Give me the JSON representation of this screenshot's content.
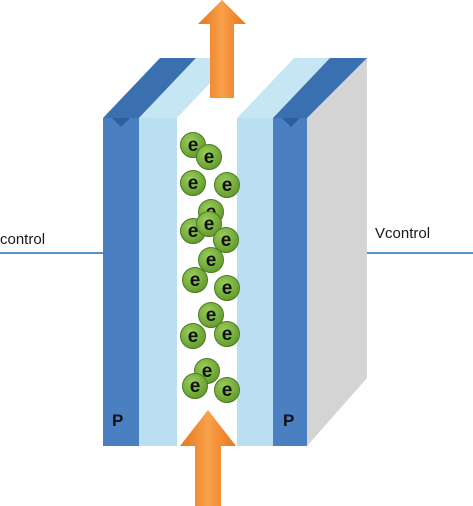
{
  "wire_labels": {
    "left": "control",
    "right": "Vcontrol"
  },
  "plate_labels": {
    "left": "P",
    "right": "P"
  },
  "electron_symbol": "e",
  "electron_count": 17,
  "colors": {
    "plate_dark_blue": "#4a7fc2",
    "plate_dark_blue_top": "#3a6fb0",
    "plate_light_blue": "#b9dff0",
    "channel": "#ffffff",
    "side_face": "#d4d4d4",
    "electron_green": "#74a83a",
    "electron_outline": "#4e7a22",
    "arrow_orange": "#f08a24",
    "wire": "#5b8fc9"
  }
}
